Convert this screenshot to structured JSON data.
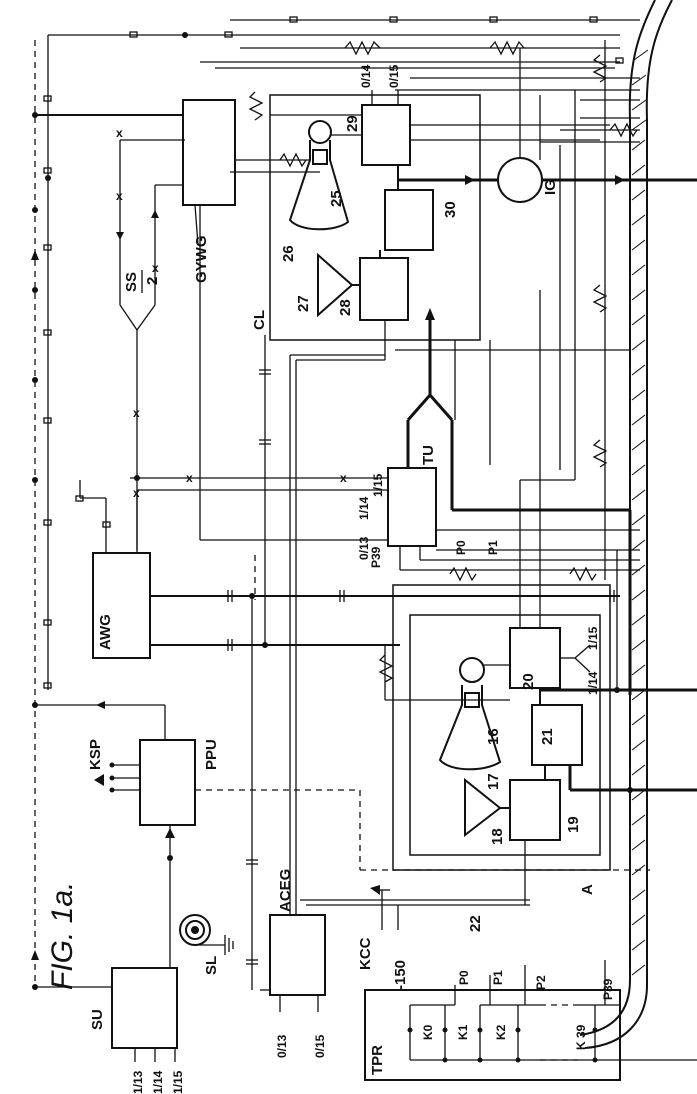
{
  "figure_title": "FIG. 1a.",
  "blocks": {
    "su": "SU",
    "sl": "SL",
    "ppu": "PPU",
    "ksp": "KSP",
    "awg": "AWG",
    "gywg": "GYWG",
    "aceg": "ACEG",
    "tu": "TU",
    "cl": "CL",
    "kcc": "KCC",
    "tpr": "TPR",
    "ig": "IG"
  },
  "ref_numerals": {
    "n16": "16",
    "n17": "17",
    "n18": "18",
    "n19": "19",
    "n20": "20",
    "n21": "21",
    "n22": "22",
    "n25": "25",
    "n26": "26",
    "n27": "27",
    "n28": "28",
    "n29": "29",
    "n30": "30"
  },
  "signals": {
    "ss_num": "SS",
    "ss_den": "2",
    "x_mark": "x",
    "neg150": "-150",
    "a_mark": "A",
    "p0": "P0",
    "p1": "P1",
    "p2": "P2",
    "p39": "P39",
    "p39_tu": "P39",
    "p0_tu": "P0",
    "p1_tu": "P1",
    "su_1_13": "1/13",
    "su_1_14": "1/14",
    "su_1_15": "1/15",
    "aceg_0_13": "0/13",
    "aceg_0_15": "0/15",
    "cl_0_14": "0/14",
    "cl_0_15": "0/15",
    "tu_1_14": "1/14",
    "tu_1_15": "1/15",
    "tu_0_13": "0/13",
    "b20_1_15": "1/15",
    "b20_1_14": "1/14"
  },
  "relays": {
    "k0": "K0",
    "k1": "K1",
    "k2": "K2",
    "k39": "K 39"
  }
}
